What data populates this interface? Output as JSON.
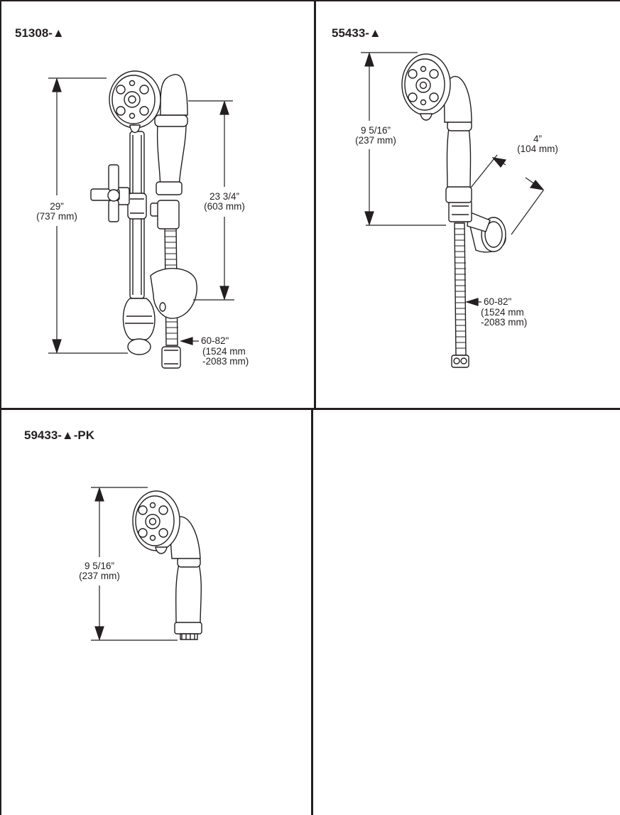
{
  "panels": [
    {
      "model": "51308-▲",
      "dimensions": [
        {
          "imperial": "29”",
          "metric": "(737 mm)"
        },
        {
          "imperial": "23 3/4”",
          "metric": "(603 mm)"
        },
        {
          "imperial": "60-82\"",
          "metric_line1": "(1524 mm",
          "metric_line2": "-2083 mm)"
        }
      ]
    },
    {
      "model": "55433-▲",
      "dimensions": [
        {
          "imperial": "9 5/16”",
          "metric": "(237 mm)"
        },
        {
          "imperial": "4”",
          "metric": "(104 mm)"
        },
        {
          "imperial": "60-82\"",
          "metric_line1": "(1524 mm",
          "metric_line2": "-2083 mm)"
        }
      ]
    },
    {
      "model": "59433-▲-PK",
      "dimensions": [
        {
          "imperial": "9 5/16”",
          "metric": "(237 mm)"
        }
      ]
    }
  ],
  "colors": {
    "line": "#231f20",
    "background": "#ffffff"
  }
}
